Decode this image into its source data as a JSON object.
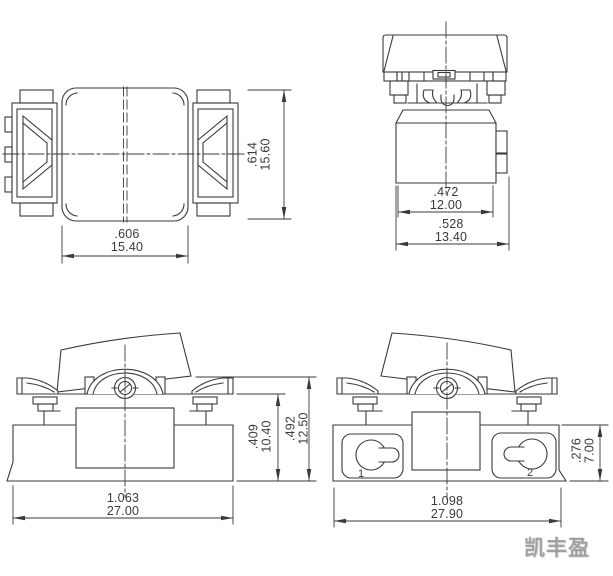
{
  "drawing": {
    "watermark": "凯丰盈",
    "colors": {
      "line": "#3a3a3a",
      "text": "#3a3a3a",
      "watermark": "#a0a0a0",
      "background": "#ffffff"
    },
    "views": {
      "top": {
        "width_dim": {
          "inch": ".606",
          "mm": "15.40"
        },
        "height_dim": {
          "inch": ".614",
          "mm": "15.60"
        }
      },
      "front": {
        "body_width_dim": {
          "inch": ".472",
          "mm": "12.00"
        },
        "overall_width_dim": {
          "inch": ".528",
          "mm": "13.40"
        }
      },
      "side": {
        "width_dim": {
          "inch": "1.063",
          "mm": "27.00"
        },
        "height_dim": {
          "inch": ".409",
          "mm": "10.40"
        },
        "overall_height_dim": {
          "inch": ".492",
          "mm": "12.50"
        }
      },
      "bottom": {
        "width_dim": {
          "inch": "1.098",
          "mm": "27.90"
        },
        "base_height_dim": {
          "inch": ".276",
          "mm": "7.00"
        },
        "terminal_labels": [
          "1",
          "2"
        ]
      }
    }
  }
}
